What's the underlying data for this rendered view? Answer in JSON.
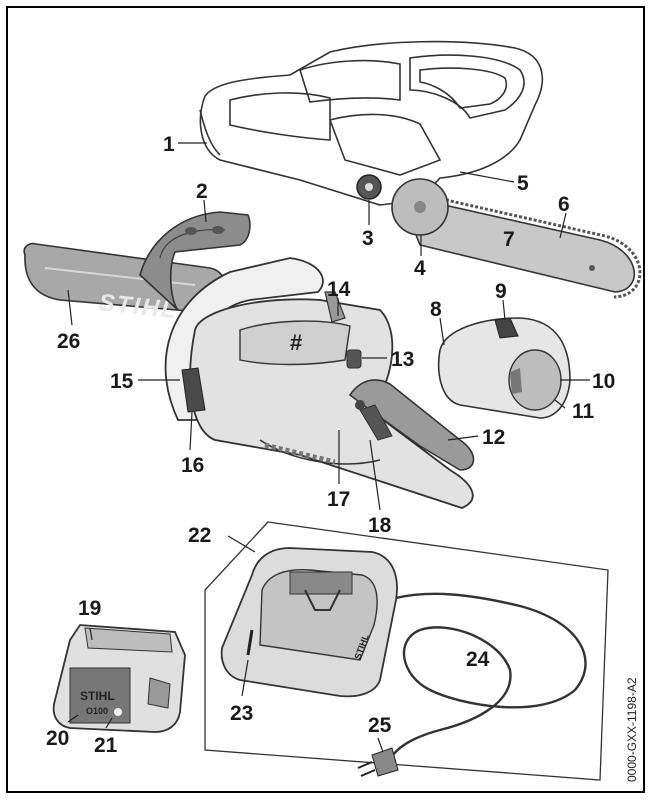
{
  "figure": {
    "code": "0000-GXX-1198-A2",
    "brand": "STIHL",
    "battery_text": "STIHL",
    "battery_model": "O100",
    "chain_symbol": "#",
    "labels": [
      "1",
      "2",
      "3",
      "4",
      "5",
      "6",
      "7",
      "8",
      "9",
      "10",
      "11",
      "12",
      "13",
      "14",
      "15",
      "16",
      "17",
      "18",
      "19",
      "20",
      "21",
      "22",
      "23",
      "24",
      "25",
      "26"
    ]
  },
  "colors": {
    "outline": "#333333",
    "shade": "#b8b8b8",
    "dark": "#6a6a6a",
    "light": "#e4e4e4"
  }
}
